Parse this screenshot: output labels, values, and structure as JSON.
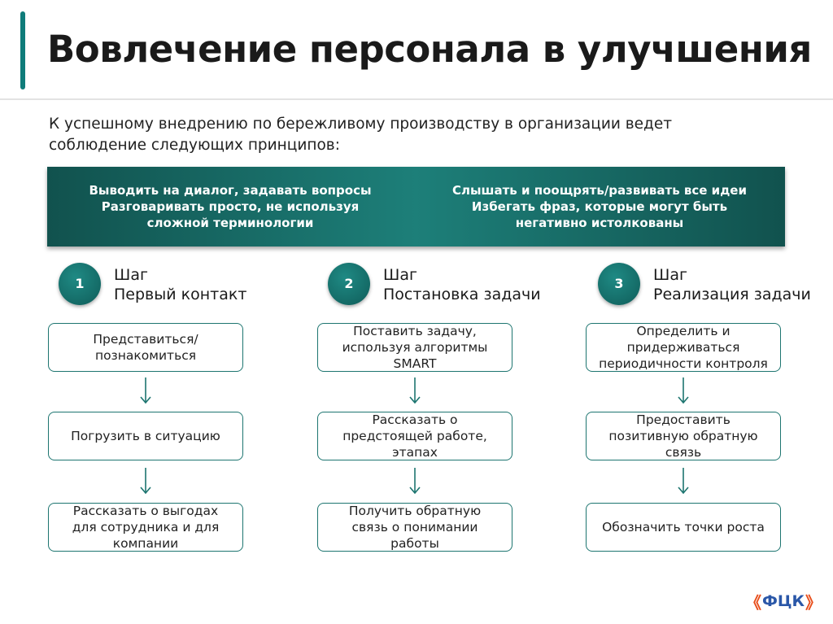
{
  "title": "Вовлечение персонала в улучшения",
  "intro": {
    "line1": "К успешному внедрению по бережливому производству в организации ведет",
    "line2": "соблюдение следующих принципов:"
  },
  "banner": {
    "left": [
      "Выводить на диалог, задавать вопросы",
      "Разговаривать просто, не используя",
      "сложной терминологии"
    ],
    "right": [
      "Слышать и поощрять/развивать все идеи",
      "Избегать фраз, которые могут быть",
      "негативно истолкованы"
    ]
  },
  "steps": [
    {
      "number": "1",
      "label": "Шаг",
      "name": "Первый контакт",
      "boxes": [
        [
          "Представиться/",
          "познакомиться"
        ],
        [
          "Погрузить в ситуацию"
        ],
        [
          "Рассказать о выгодах",
          "для сотрудника и для",
          "компании"
        ]
      ]
    },
    {
      "number": "2",
      "label": "Шаг",
      "name": "Постановка задачи",
      "boxes": [
        [
          "Поставить задачу,",
          "используя алгоритмы",
          "SMART"
        ],
        [
          "Рассказать о",
          "предстоящей работе,",
          "этапах"
        ],
        [
          "Получить обратную",
          "связь о понимании",
          "работы"
        ]
      ]
    },
    {
      "number": "3",
      "label": "Шаг",
      "name": "Реализация задачи",
      "boxes": [
        [
          "Определить и",
          "придерживаться",
          "периодичности контроля"
        ],
        [
          "Предоставить",
          "позитивную обратную",
          "связь"
        ],
        [
          "Обозначить точки роста"
        ]
      ]
    }
  ],
  "logo": {
    "left": "《",
    "text": "ФЦК",
    "right": "》"
  },
  "colors": {
    "accent": "#0f7c7a",
    "banner": "#1d7f79",
    "logo_blue": "#2a57a8",
    "logo_orange": "#e84e1b"
  }
}
